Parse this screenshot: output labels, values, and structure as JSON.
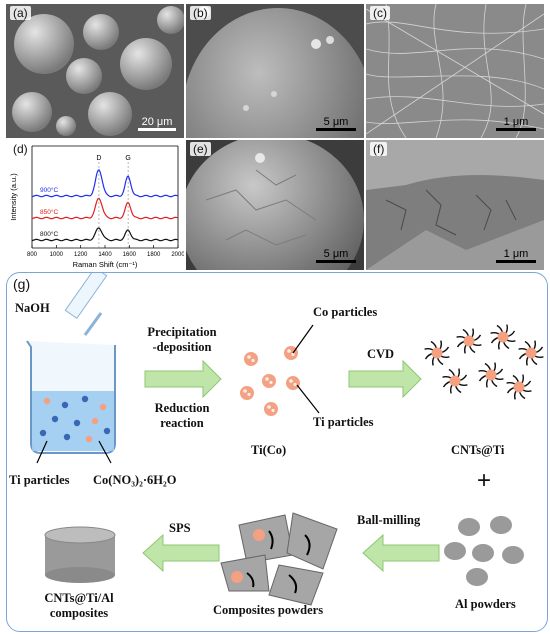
{
  "panels": {
    "a": {
      "label": "(a)",
      "scale": "20 μm"
    },
    "b": {
      "label": "(b)",
      "scale": "5 μm"
    },
    "c": {
      "label": "(c)",
      "scale": "1 μm"
    },
    "d": {
      "label": "(d)"
    },
    "e": {
      "label": "(e)",
      "scale": "5 μm"
    },
    "f": {
      "label": "(f)",
      "scale": "1 μm"
    }
  },
  "chart_data": {
    "type": "line",
    "xlabel": "Raman Shift (cm⁻¹)",
    "ylabel": "Intensity (a.u.)",
    "xlim": [
      800,
      2000
    ],
    "xticks": [
      800,
      1000,
      1200,
      1400,
      1600,
      1800,
      2000
    ],
    "peak_labels": [
      {
        "text": "D",
        "x": 1350
      },
      {
        "text": "G",
        "x": 1590
      }
    ],
    "series": [
      {
        "name": "900°C",
        "color": "#1f2ff0",
        "offset": 2.0,
        "peaks": [
          1.2,
          0.9
        ]
      },
      {
        "name": "850°C",
        "color": "#e01f1f",
        "offset": 1.0,
        "peaks": [
          0.9,
          0.7
        ]
      },
      {
        "name": "800°C",
        "color": "#111111",
        "offset": 0.0,
        "peaks": [
          0.55,
          0.45
        ]
      }
    ]
  },
  "schematic": {
    "label": "(g)",
    "naoh": "NaOH",
    "ti_particles_1": "Ti particles",
    "co_salt": "Co(NO₃)₂·6H₂O",
    "step1_top": "Precipitation",
    "step1_top2": "-deposition",
    "step1_bottom": "Reduction",
    "step1_bottom2": "reaction",
    "co_particles": "Co particles",
    "ti_particles_2": "Ti particles",
    "tico": "Ti(Co)",
    "cvd": "CVD",
    "cnts_ti": "CNTs@Ti",
    "plus": "+",
    "ball_milling": "Ball-milling",
    "al_powders": "Al powders",
    "composites_powders": "Composites powders",
    "sps": "SPS",
    "final1": "CNTs@Ti/Al",
    "final2": "composites",
    "colors": {
      "arrow": "#bfe6a8",
      "arrow_stroke": "#8cc776",
      "ti": "#f4a083",
      "co": "#f8f0ea",
      "blue_dot": "#3a67b3",
      "liquid": "#9ccbf0"
    }
  }
}
